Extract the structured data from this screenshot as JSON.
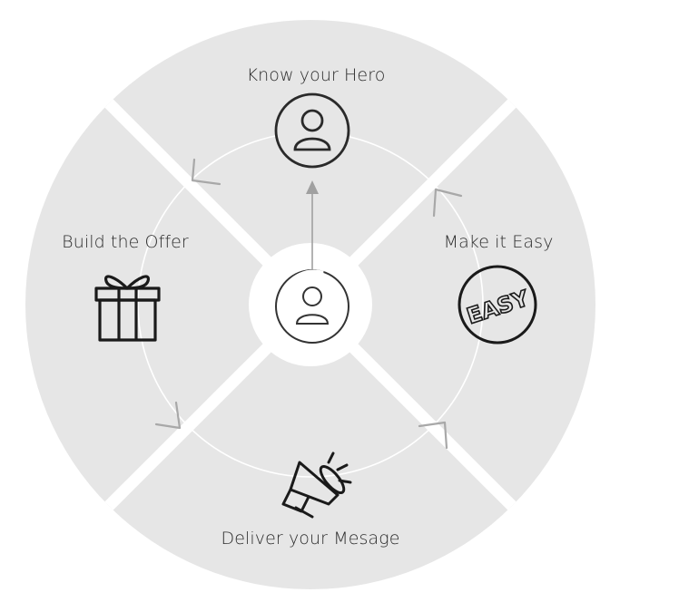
{
  "diagram": {
    "center": {
      "icon": "person-icon"
    },
    "segments": [
      {
        "position": "top",
        "label": "Know your Hero",
        "icon": "person-icon"
      },
      {
        "position": "right",
        "label": "Make it Easy",
        "icon": "easy-badge-icon",
        "icon_text": "EASY"
      },
      {
        "position": "bottom",
        "label": "Deliver your Mesage",
        "icon": "megaphone-icon"
      },
      {
        "position": "left",
        "label": "Build the Offer",
        "icon": "gift-icon"
      }
    ],
    "colors": {
      "segment_fill": "#e6e6e6",
      "divider": "#ffffff",
      "icon_stroke": "#1a1a1a",
      "arrow": "#9e9e9e",
      "center_fill": "#ffffff"
    }
  }
}
